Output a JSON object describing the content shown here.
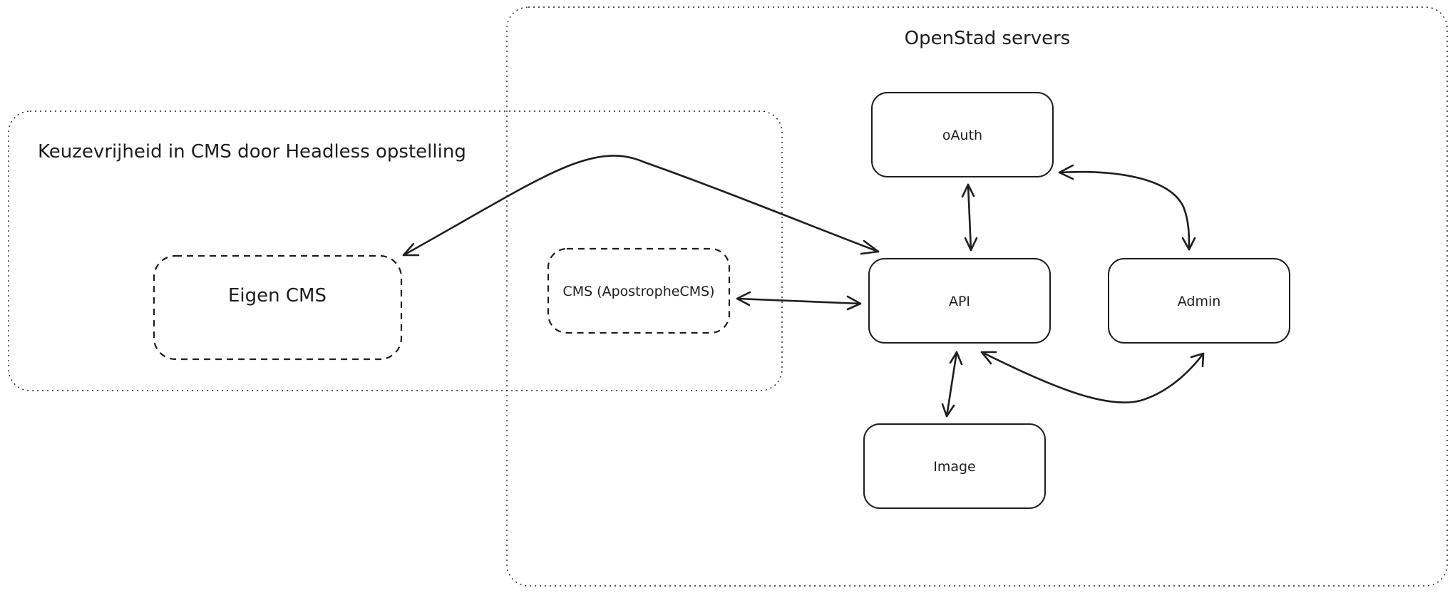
{
  "diagram": {
    "groups": {
      "openstad": {
        "title": "OpenStad servers"
      },
      "headless": {
        "title": "Keuzevrijheid in CMS door Headless opstelling"
      }
    },
    "nodes": {
      "oauth": {
        "label": "oAuth"
      },
      "api": {
        "label": "API"
      },
      "admin": {
        "label": "Admin"
      },
      "image": {
        "label": "Image"
      },
      "cms": {
        "label": "CMS (ApostropheCMS)"
      },
      "eigen_cms": {
        "label": "Eigen CMS"
      }
    },
    "connections": [
      {
        "from": "eigen_cms",
        "to": "api",
        "direction": "both"
      },
      {
        "from": "cms",
        "to": "api",
        "direction": "both"
      },
      {
        "from": "oauth",
        "to": "api",
        "direction": "both"
      },
      {
        "from": "oauth",
        "to": "admin",
        "direction": "both"
      },
      {
        "from": "api",
        "to": "admin",
        "direction": "both"
      },
      {
        "from": "api",
        "to": "image",
        "direction": "both"
      }
    ]
  }
}
